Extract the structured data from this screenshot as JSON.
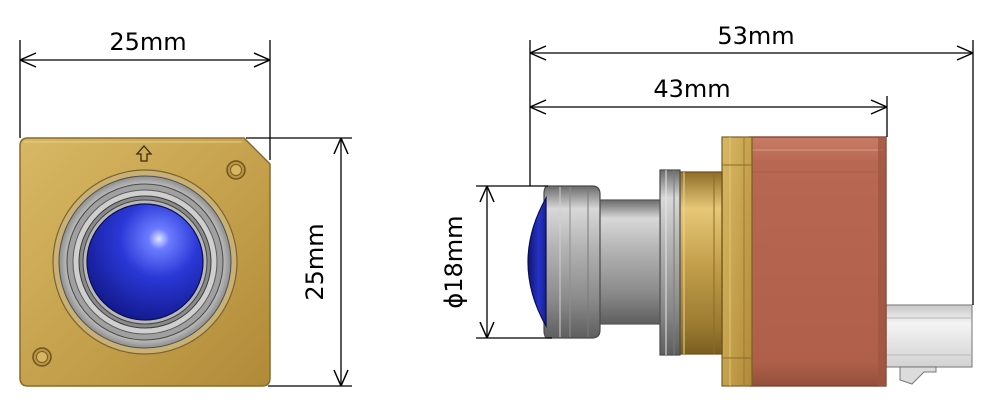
{
  "dimensions": {
    "front_width": "25mm",
    "front_height": "25mm",
    "total_length": "53mm",
    "body_length": "43mm",
    "lens_diameter": "ϕ18mm"
  },
  "front_view": {
    "orientation_mark": "up-arrow-icon"
  },
  "colors": {
    "plate": "#c6a24e",
    "cap": "#2633c8",
    "housing": "#b56450",
    "brass_ring": "#c4a04c",
    "steel": "#a8a8a8",
    "connector": "#e8e8e8"
  }
}
